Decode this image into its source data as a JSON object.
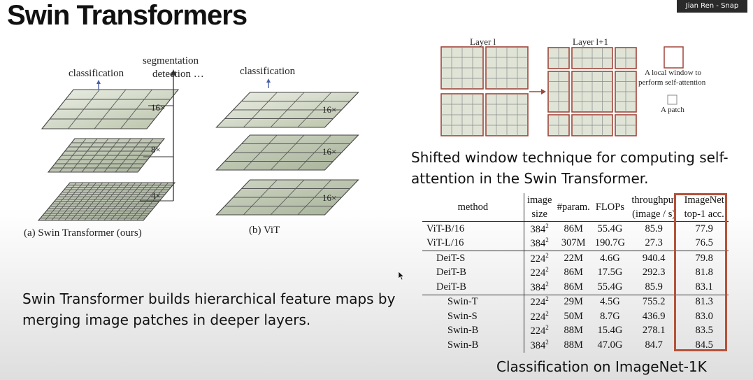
{
  "slide": {
    "title": "Swin Transformers",
    "speaker": "Jian Ren - Snap"
  },
  "figure_left": {
    "swin_caption": "(a) Swin Transformer (ours)",
    "vit_caption": "(b) ViT",
    "swin_top_label": "classification",
    "swin_right_label_1": "segmentation",
    "swin_right_label_2": "detection …",
    "swin_scales": [
      "16×",
      "8×",
      "4×"
    ],
    "vit_top_label": "classification",
    "vit_scales": [
      "16×",
      "16×",
      "16×"
    ]
  },
  "figure_right": {
    "layer_l": "Layer l",
    "layer_l1": "Layer l+1",
    "legend_window_1": "A local window to",
    "legend_window_2": "perform self-attention",
    "legend_patch": "A patch",
    "caption_line1": "Shifted window technique for computing self-",
    "caption_line2": "attention in the Swin Transformer."
  },
  "left_caption": {
    "line1": "Swin Transformer builds hierarchical feature maps by",
    "line2": "merging image patches in deeper layers."
  },
  "table": {
    "headers": {
      "method": "method",
      "image_size_1": "image",
      "image_size_2": "size",
      "params": "#param.",
      "flops": "FLOPs",
      "throughput_1": "throughput",
      "throughput_2": "(image / s)",
      "acc_1": "ImageNet",
      "acc_2": "top-1 acc."
    },
    "rows": [
      {
        "method": "ViT-B/16",
        "size": "384",
        "params": "86M",
        "flops": "55.4G",
        "throughput": "85.9",
        "acc": "77.9"
      },
      {
        "method": "ViT-L/16",
        "size": "384",
        "params": "307M",
        "flops": "190.7G",
        "throughput": "27.3",
        "acc": "76.5"
      },
      {
        "method": "DeiT-S",
        "size": "224",
        "params": "22M",
        "flops": "4.6G",
        "throughput": "940.4",
        "acc": "79.8"
      },
      {
        "method": "DeiT-B",
        "size": "224",
        "params": "86M",
        "flops": "17.5G",
        "throughput": "292.3",
        "acc": "81.8"
      },
      {
        "method": "DeiT-B",
        "size": "384",
        "params": "86M",
        "flops": "55.4G",
        "throughput": "85.9",
        "acc": "83.1"
      },
      {
        "method": "Swin-T",
        "size": "224",
        "params": "29M",
        "flops": "4.5G",
        "throughput": "755.2",
        "acc": "81.3"
      },
      {
        "method": "Swin-S",
        "size": "224",
        "params": "50M",
        "flops": "8.7G",
        "throughput": "436.9",
        "acc": "83.0"
      },
      {
        "method": "Swin-B",
        "size": "224",
        "params": "88M",
        "flops": "15.4G",
        "throughput": "278.1",
        "acc": "83.5"
      },
      {
        "method": "Swin-B",
        "size": "384",
        "params": "88M",
        "flops": "47.0G",
        "throughput": "84.7",
        "acc": "84.5"
      }
    ],
    "size_exponent": "2",
    "caption": "Classification on ImageNet-1K"
  },
  "colors": {
    "highlight_border": "#b5523a",
    "grid_line": "#444444",
    "window_border": "#a0463a"
  }
}
